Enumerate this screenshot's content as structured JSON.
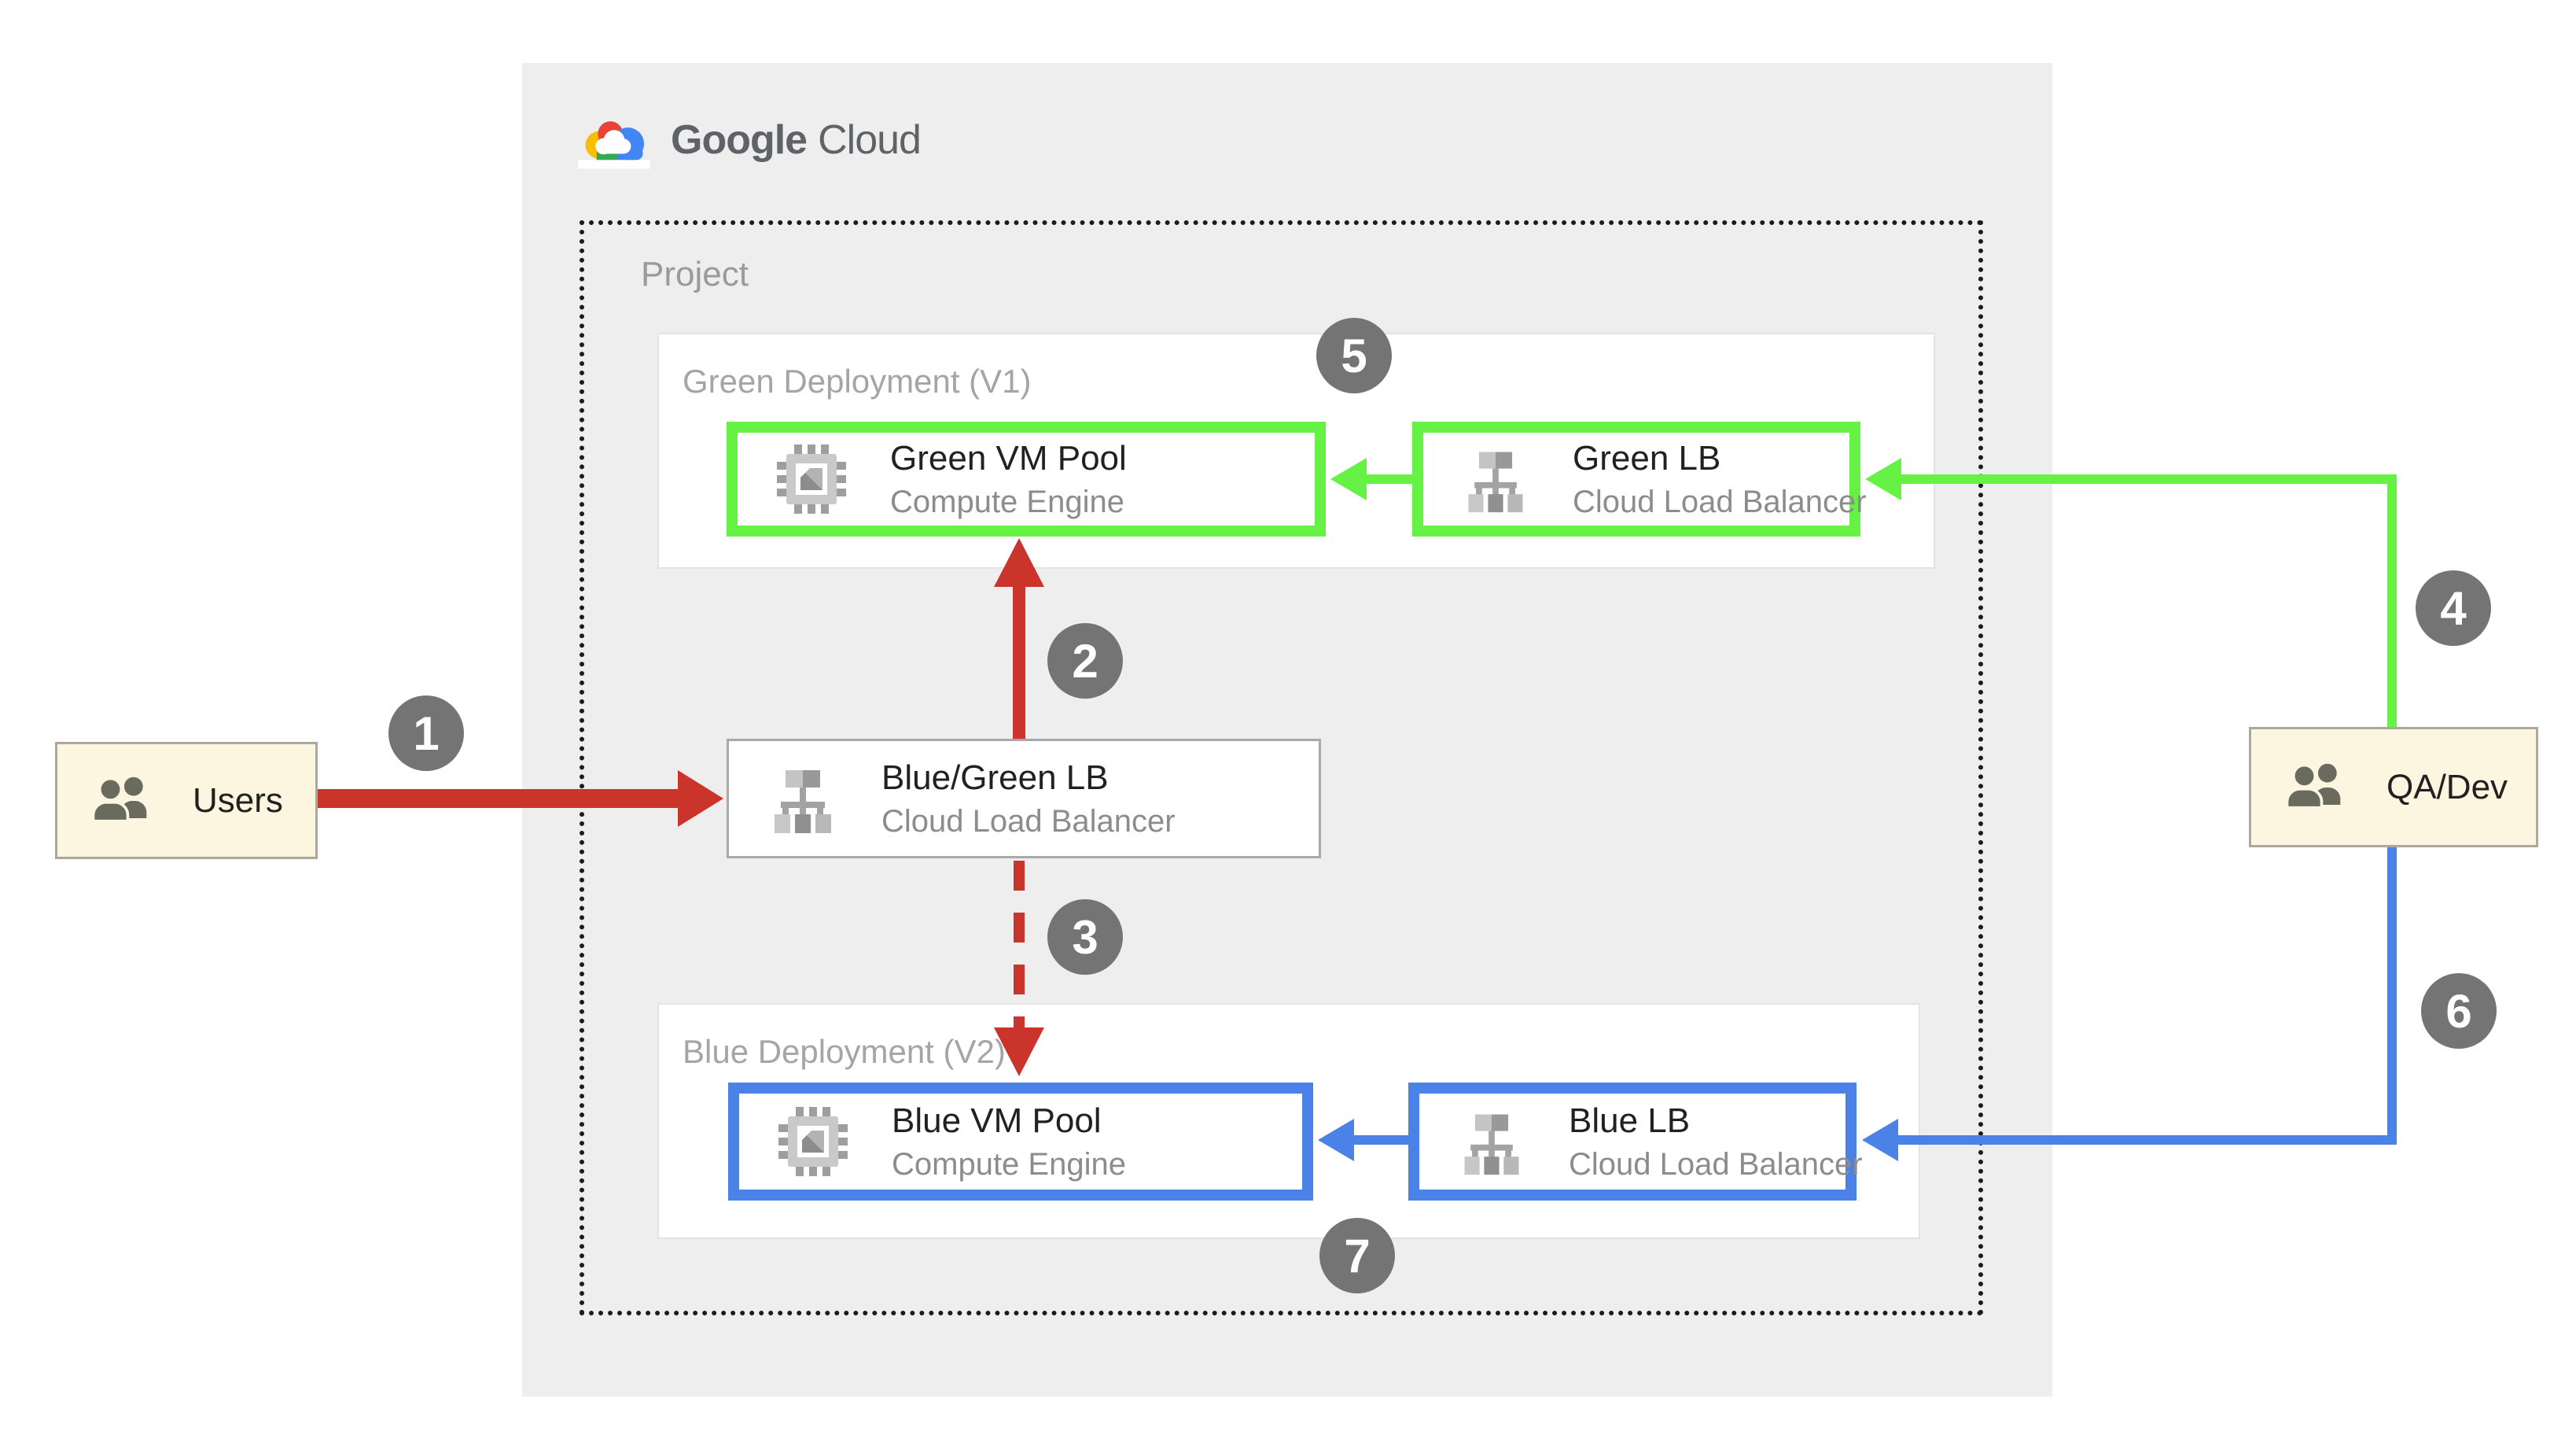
{
  "logo": {
    "google": "Google",
    "cloud": "Cloud"
  },
  "project": {
    "label": "Project"
  },
  "groups": {
    "green": {
      "label": "Green Deployment (V1)"
    },
    "blue": {
      "label": "Blue Deployment (V2)"
    }
  },
  "nodes": {
    "green_vm": {
      "title": "Green VM Pool",
      "subtitle": "Compute Engine",
      "icon": "compute-engine-icon"
    },
    "green_lb": {
      "title": "Green LB",
      "subtitle": "Cloud Load Balancer",
      "icon": "load-balancer-icon"
    },
    "bg_lb": {
      "title": "Blue/Green LB",
      "subtitle": "Cloud Load Balancer",
      "icon": "load-balancer-icon"
    },
    "blue_vm": {
      "title": "Blue VM Pool",
      "subtitle": "Compute Engine",
      "icon": "compute-engine-icon"
    },
    "blue_lb": {
      "title": "Blue LB",
      "subtitle": "Cloud Load Balancer",
      "icon": "load-balancer-icon"
    },
    "users": {
      "label": "Users",
      "icon": "users-icon"
    },
    "qadev": {
      "label": "QA/Dev",
      "icon": "users-icon"
    }
  },
  "badges": {
    "b1": "1",
    "b2": "2",
    "b3": "3",
    "b4": "4",
    "b5": "5",
    "b6": "6",
    "b7": "7"
  },
  "colors": {
    "green": "#65F244",
    "blue": "#4A82E8",
    "red": "#CA342B",
    "badge": "#747474",
    "actor_bg": "#FCF5E0",
    "panel": "#EEEEEE"
  }
}
